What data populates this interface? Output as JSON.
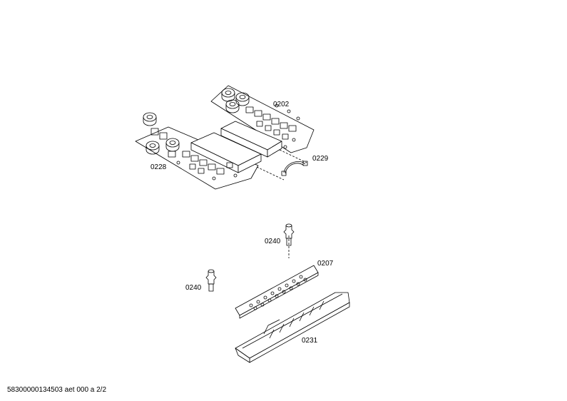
{
  "labels": {
    "p0202": "0202",
    "p0228": "0228",
    "p0229": "0229",
    "p0240_upper": "0240",
    "p0240_lower": "0240",
    "p0207": "0207",
    "p0231": "0231"
  },
  "footer": "58300000134503 aet 000 a 2/2"
}
